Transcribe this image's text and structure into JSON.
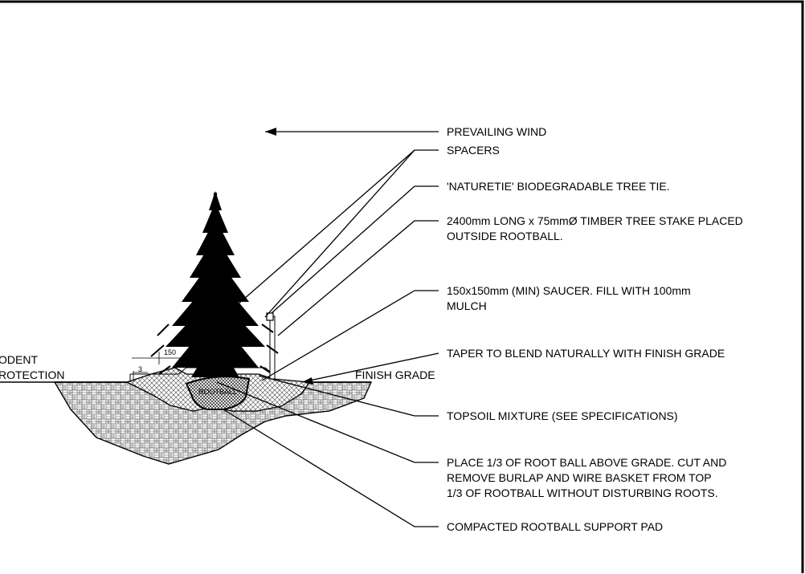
{
  "left_labels": {
    "rodent_line1": "ODENT",
    "rodent_line2": "ROTECTION"
  },
  "dimensions": {
    "upper": "150",
    "lower": "3"
  },
  "rootball_label": "ROOTBALL",
  "finish_grade": "FINISH GRADE",
  "callouts": [
    {
      "lines": [
        "PREVAILING WIND"
      ]
    },
    {
      "lines": [
        "SPACERS"
      ]
    },
    {
      "lines": [
        "'NATURETIE' BIODEGRADABLE TREE TIE."
      ]
    },
    {
      "lines": [
        "2400mm LONG x 75mmØ TIMBER TREE STAKE PLACED",
        "OUTSIDE ROOTBALL."
      ]
    },
    {
      "lines": [
        "150x150mm (MIN) SAUCER. FILL WITH 100mm",
        "MULCH"
      ]
    },
    {
      "lines": [
        "TAPER TO BLEND NATURALLY WITH FINISH GRADE"
      ]
    },
    {
      "lines": [
        "TOPSOIL MIXTURE (SEE SPECIFICATIONS)"
      ]
    },
    {
      "lines": [
        "PLACE 1/3 OF ROOT BALL ABOVE GRADE. CUT AND",
        "REMOVE BURLAP AND WIRE BASKET FROM TOP",
        "1/3 OF ROOTBALL WITHOUT DISTURBING ROOTS."
      ]
    },
    {
      "lines": [
        "COMPACTED ROOTBALL SUPPORT PAD"
      ]
    }
  ],
  "colors": {
    "line": "#000000",
    "background": "#ffffff",
    "fill_hatch": "#ffffff"
  }
}
